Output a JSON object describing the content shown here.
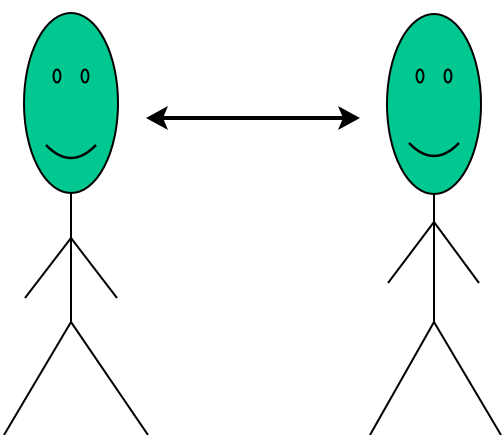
{
  "colors": {
    "background": "#ffffff",
    "head_fill": "#00c890",
    "stroke": "#000000"
  },
  "figures": [
    {
      "name": "left-person"
    },
    {
      "name": "right-person"
    }
  ],
  "connector": {
    "type": "double-headed-arrow",
    "icon": "double-arrow-icon"
  }
}
